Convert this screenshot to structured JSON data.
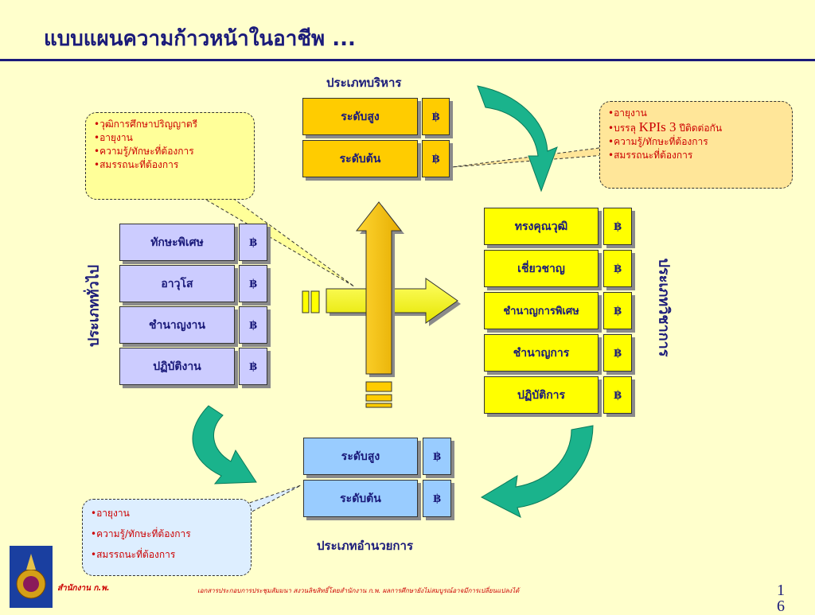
{
  "title": "แบบแผนความก้าวหน้าในอาชีพ ...",
  "baht_symbol": "฿",
  "executive": {
    "label": "ประเภทบริหาร",
    "levels": [
      "ระดับสูง",
      "ระดับต้น"
    ]
  },
  "director": {
    "label": "ประเภทอำนวยการ",
    "levels": [
      "ระดับสูง",
      "ระดับต้น"
    ]
  },
  "general": {
    "label": "ประเภททั่วไป",
    "levels": [
      "ทักษะพิเศษ",
      "อาวุโส",
      "ชำนาญงาน",
      "ปฏิบัติงาน"
    ]
  },
  "academic": {
    "label": "ประเภทวิชาการ",
    "levels": [
      "ทรงคุณวุฒิ",
      "เชี่ยวชาญ",
      "ชำนาญการพิเศษ",
      "ชำนาญการ",
      "ปฏิบัติการ"
    ]
  },
  "note_general": {
    "items": [
      "วุฒิการศึกษาปริญญาตรี",
      "อายุงาน",
      "ความรู้/ทักษะที่ต้องการ",
      "สมรรถนะที่ต้องการ"
    ]
  },
  "note_executive": {
    "item1": "อายุงาน",
    "item2_prefix": "บรรลุ ",
    "item2_kpi": "KPIs 3",
    "item2_suffix": " ปีติดต่อกัน",
    "item3": "ความรู้/ทักษะที่ต้องการ",
    "item4": "สมรรถนะที่ต้องการ"
  },
  "note_director": {
    "items": [
      "อายุงาน",
      "ความรู้/ทักษะที่ต้องการ",
      "สมรรถนะที่ต้องการ"
    ]
  },
  "footer": {
    "org": "สำนักงาน ก.พ.",
    "disclaimer": "เอกสารประกอบการประชุมสัมมนา สงวนลิขสิทธิ์โดยสำนักงาน ก.พ. ผลการศึกษายังไม่สมบูรณ์อาจมีการเปลี่ยนแปลงได้",
    "page": "16"
  },
  "colors": {
    "title": "#1a1a7a",
    "background": "#ffffcc",
    "executive_box": "#ffcc00",
    "academic_box": "#ffff00",
    "general_box": "#ccccff",
    "director_box": "#99ccff",
    "curved_arrow": "#1ab38c",
    "note_text": "#cc0000"
  }
}
